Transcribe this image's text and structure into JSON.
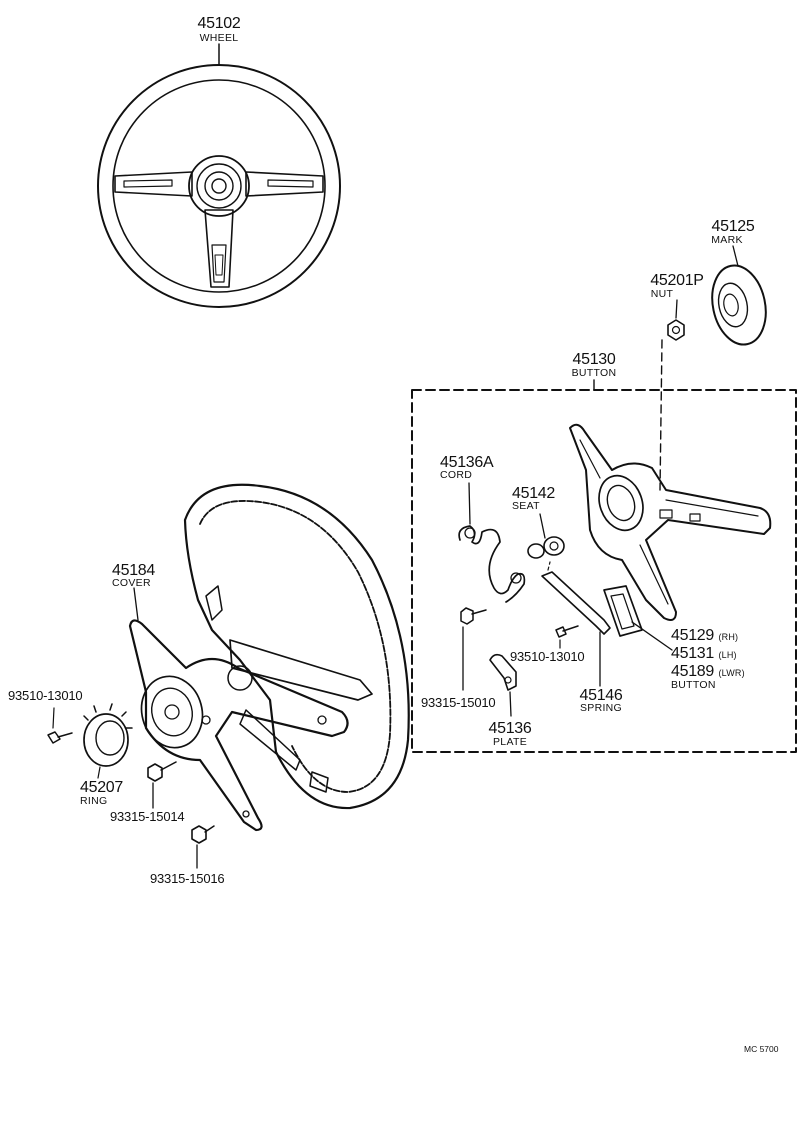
{
  "parts": {
    "wheel": {
      "number": "45102",
      "name": "WHEEL"
    },
    "mark": {
      "number": "45125",
      "name": "MARK"
    },
    "nut": {
      "number": "45201P",
      "name": "NUT"
    },
    "button_group": {
      "number": "45130",
      "name": "BUTTON"
    },
    "cord": {
      "number": "45136A",
      "name": "CORD"
    },
    "seat": {
      "number": "45142",
      "name": "SEAT"
    },
    "cover": {
      "number": "45184",
      "name": "COVER"
    },
    "screw_left": {
      "number": "93510-13010"
    },
    "screw_right": {
      "number": "93510-13010"
    },
    "screw_15010": {
      "number": "93315-15010"
    },
    "plate": {
      "number": "45136",
      "name": "PLATE"
    },
    "spring": {
      "number": "45146",
      "name": "SPRING"
    },
    "button_rh": {
      "number": "45129",
      "side": "(RH)"
    },
    "button_lh": {
      "number": "45131",
      "side": "(LH)"
    },
    "button_lwr": {
      "number": "45189",
      "side": "(LWR)",
      "name": "BUTTON"
    },
    "ring": {
      "number": "45207",
      "name": "RING"
    },
    "screw_15014": {
      "number": "93315-15014"
    },
    "screw_15016": {
      "number": "93315-15016"
    }
  },
  "footer": {
    "code": "MC 5700"
  },
  "colors": {
    "ink": "#111111",
    "background": "#ffffff"
  }
}
